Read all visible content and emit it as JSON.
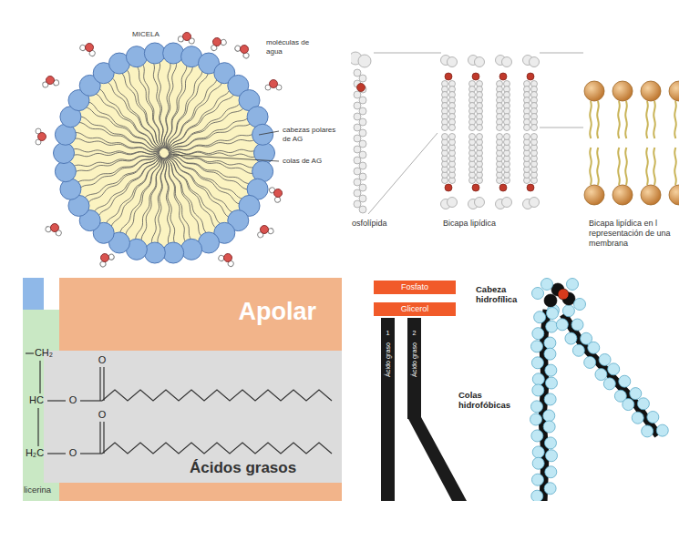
{
  "diagram": {
    "nodes": [
      {
        "text": [
          "Apolar"
        ]
      },
      {
        "text": [
          "Ácidos grasos"
        ]
      },
      {
        "text": [
          "licerina"
        ]
      },
      {
        "text": [
          "Fosfato"
        ]
      },
      {
        "text": [
          "Glicerol"
        ]
      },
      {
        "text": [
          "1",
          "Ácido graso"
        ]
      },
      {
        "text": [
          "2",
          "Ácido graso"
        ]
      }
    ],
    "labels": [
      "MICELA",
      "moléculas de agua",
      "cabezas polares de AG",
      "colas de AG",
      "osfolípida",
      "Bicapa lipídica",
      "Bicapa lipídica en l representación de una membrana",
      "CH₂",
      "O",
      "HC",
      "O",
      "O",
      "H₂C",
      "O",
      "Cabeza hidrofílica",
      "Colas hidrofóbicas"
    ]
  }
}
